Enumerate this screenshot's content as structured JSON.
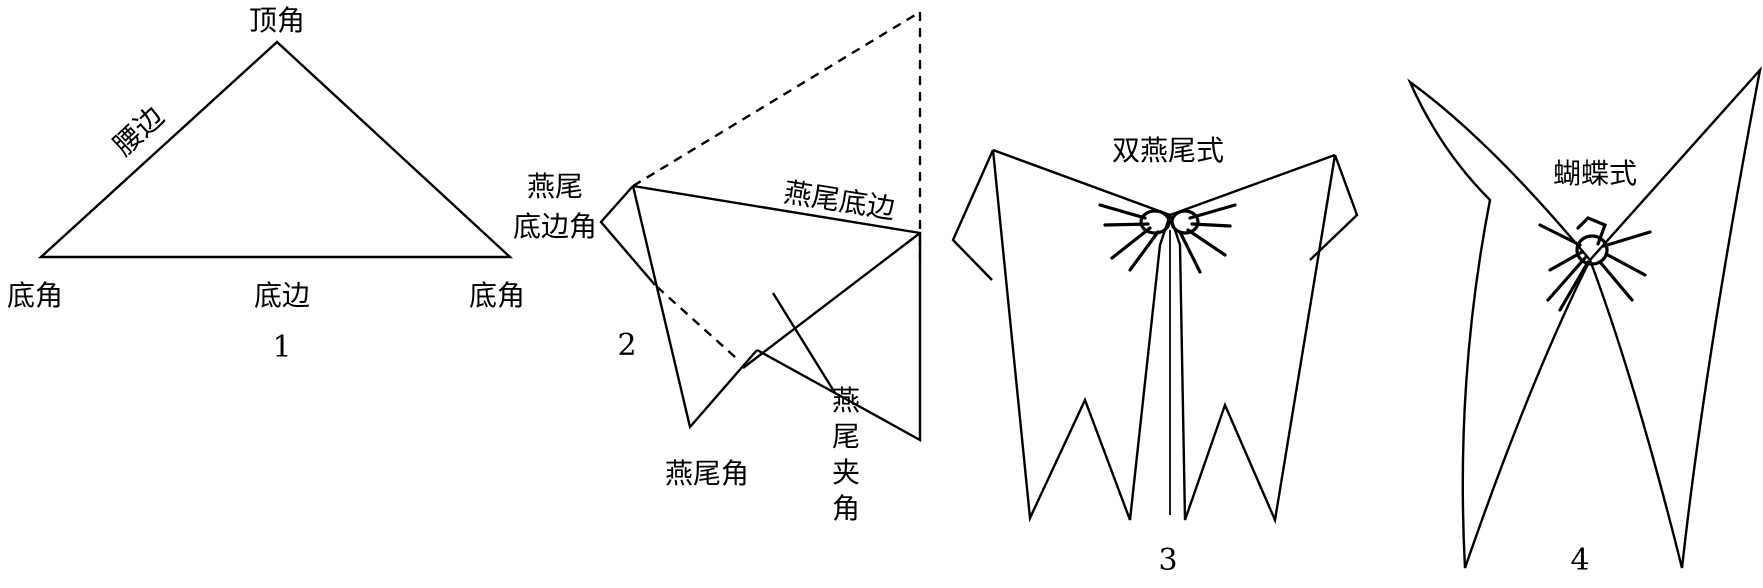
{
  "fig1": {
    "apex": "顶角",
    "leg": "腰边",
    "base": "底边",
    "base_angle_left": "底角",
    "base_angle_right": "底角",
    "number": "1"
  },
  "fig2": {
    "swallowtail_base": "燕尾底边",
    "swallowtail_base_angle_line1": "燕尾",
    "swallowtail_base_angle_line2": "底边角",
    "swallowtail_angle": "燕尾角",
    "clip_angle_1": "燕",
    "clip_angle_2": "尾",
    "clip_angle_3": "夹",
    "clip_angle_4": "角",
    "number": "2"
  },
  "fig3": {
    "title": "双燕尾式",
    "number": "3"
  },
  "fig4": {
    "title": "蝴蝶式",
    "number": "4"
  }
}
